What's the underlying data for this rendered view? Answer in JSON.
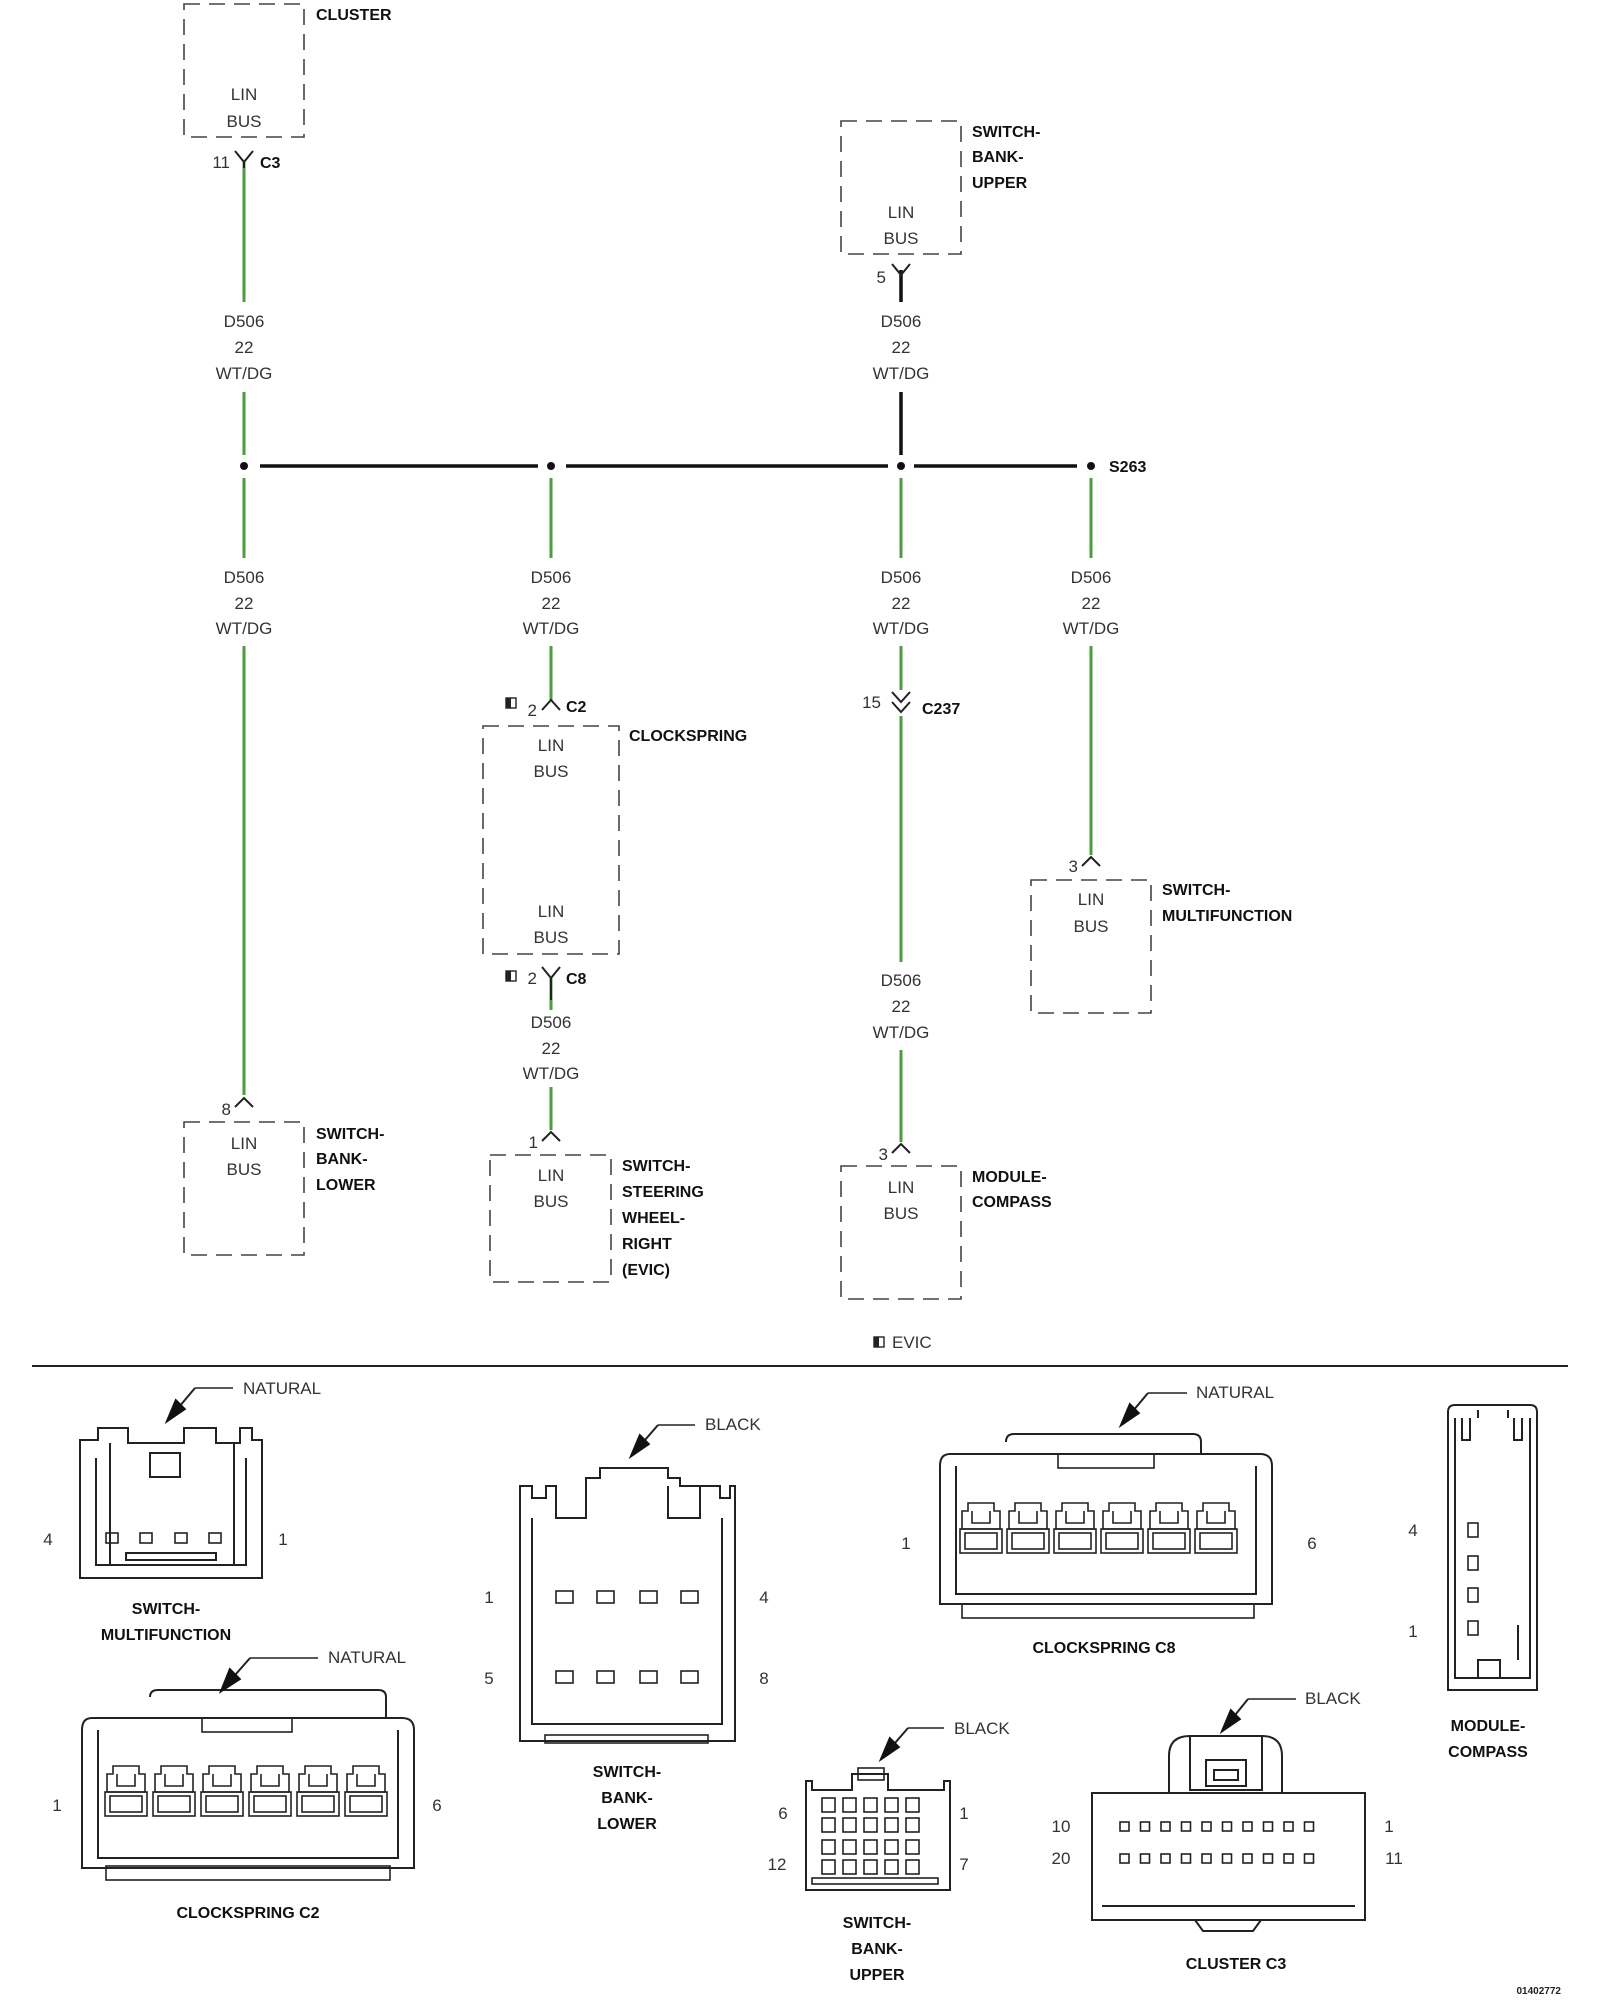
{
  "components": {
    "cluster": {
      "name": "CLUSTER",
      "l1": "LIN",
      "l2": "BUS"
    },
    "switch_bank_upper": {
      "name1": "SWITCH-",
      "name2": "BANK-",
      "name3": "UPPER",
      "l1": "LIN",
      "l2": "BUS"
    },
    "clockspring": {
      "name": "CLOCKSPRING",
      "l1": "LIN",
      "l2": "BUS",
      "l3": "LIN",
      "l4": "BUS"
    },
    "switch_multifunction": {
      "name1": "SWITCH-",
      "name2": "MULTIFUNCTION",
      "l1": "LIN",
      "l2": "BUS"
    },
    "switch_bank_lower": {
      "name1": "SWITCH-",
      "name2": "BANK-",
      "name3": "LOWER",
      "l1": "LIN",
      "l2": "BUS"
    },
    "switch_steering": {
      "name1": "SWITCH-",
      "name2": "STEERING",
      "name3": "WHEEL-",
      "name4": "RIGHT",
      "name5": "(EVIC)",
      "l1": "LIN",
      "l2": "BUS"
    },
    "module_compass": {
      "name1": "MODULE-",
      "name2": "COMPASS",
      "l1": "LIN",
      "l2": "BUS"
    }
  },
  "connectors": {
    "c3": "C3",
    "c3_pin": "11",
    "sbu_pin": "5",
    "c2": "C2",
    "c2_pin": "2",
    "c8": "C8",
    "c8_pin": "2",
    "c237": "C237",
    "c237_pin": "15",
    "smf_pin": "3",
    "sbl_pin": "8",
    "ssw_pin": "1",
    "mc_pin": "3"
  },
  "splice": "S263",
  "wire": {
    "circuit": "D506",
    "gauge": "22",
    "color": "WT/DG"
  },
  "legend": {
    "evic": "EVIC"
  },
  "views": {
    "smf": {
      "color": "NATURAL",
      "title1": "SWITCH-",
      "title2": "MULTIFUNCTION",
      "pin_left": "4",
      "pin_right": "1"
    },
    "cs_c2": {
      "color": "NATURAL",
      "title": "CLOCKSPRING C2",
      "pin_left": "1",
      "pin_right": "6"
    },
    "sbl": {
      "color": "BLACK",
      "title1": "SWITCH-",
      "title2": "BANK-",
      "title3": "LOWER",
      "p1": "1",
      "p4": "4",
      "p5": "5",
      "p8": "8"
    },
    "sbu": {
      "color": "BLACK",
      "title1": "SWITCH-",
      "title2": "BANK-",
      "title3": "UPPER",
      "p6": "6",
      "p1": "1",
      "p12": "12",
      "p7": "7"
    },
    "cs_c8": {
      "color": "NATURAL",
      "title": "CLOCKSPRING C8",
      "pin_left": "1",
      "pin_right": "6"
    },
    "cl_c3": {
      "color": "BLACK",
      "title": "CLUSTER C3",
      "p10": "10",
      "p1": "1",
      "p20": "20",
      "p11": "11"
    },
    "mc": {
      "title1": "MODULE-",
      "title2": "COMPASS",
      "p4": "4",
      "p1": "1"
    }
  },
  "figure_id": "01402772"
}
